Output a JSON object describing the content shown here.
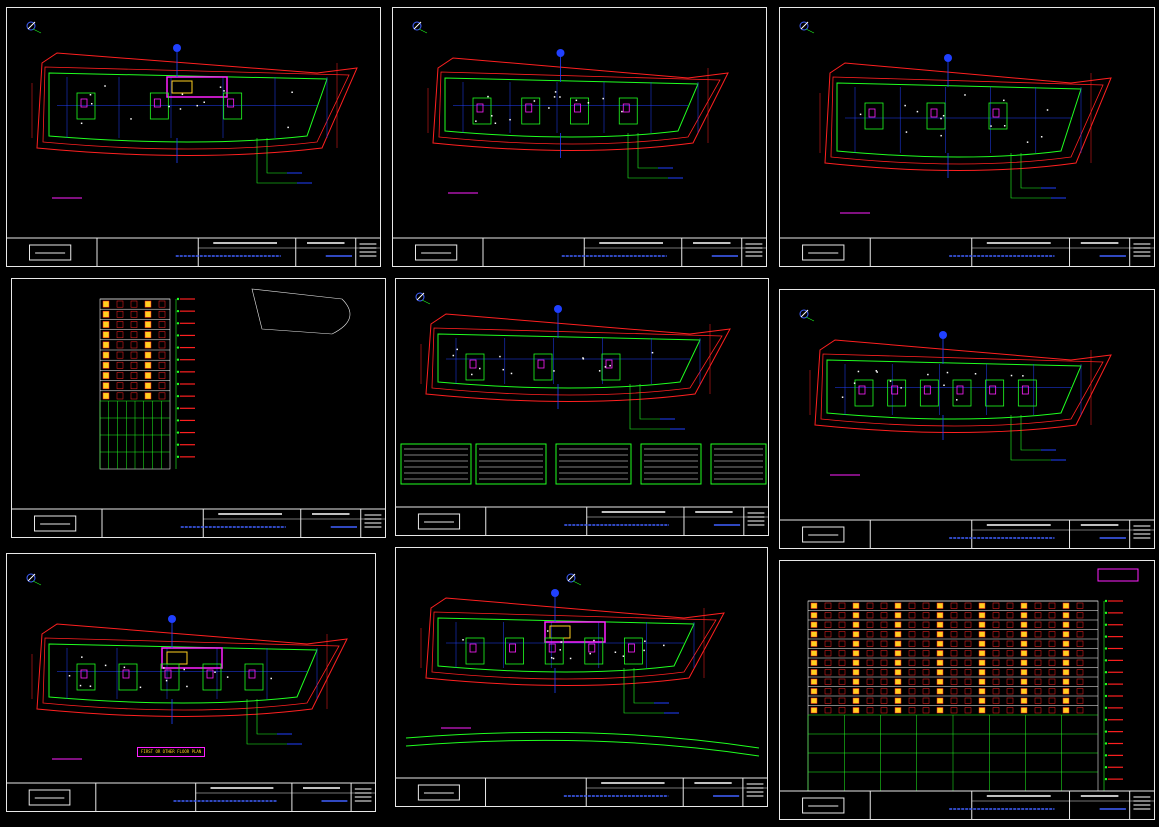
{
  "drawing_set": {
    "sheets": [
      {
        "id": "sheet-1",
        "kind": "ground-floor-plan"
      },
      {
        "id": "sheet-2",
        "kind": "first-floor-plan"
      },
      {
        "id": "sheet-3",
        "kind": "typical-floor-plan"
      },
      {
        "id": "sheet-4",
        "kind": "elevation-and-key-plan"
      },
      {
        "id": "sheet-5",
        "kind": "site-plan-with-schedules"
      },
      {
        "id": "sheet-6",
        "kind": "hotel-floor-plan"
      },
      {
        "id": "sheet-7",
        "kind": "parking-floor-plan"
      },
      {
        "id": "sheet-8",
        "kind": "site-layout-plan"
      },
      {
        "id": "sheet-9",
        "kind": "front-elevation"
      }
    ],
    "floor_label": "FIRST OR OTHER FLOOR PLAN",
    "colors": {
      "background": "#000000",
      "frame": "#e8e8e8",
      "boundary": "#ff2020",
      "walls": "#20ff20",
      "grid": "#2040ff",
      "highlight": "#ff20ff",
      "furniture": "#ffd020",
      "cyan": "#20e0ff",
      "text": "#ffffff"
    },
    "icons": [
      "north-arrow-icon",
      "grid-bubble-icon"
    ]
  }
}
